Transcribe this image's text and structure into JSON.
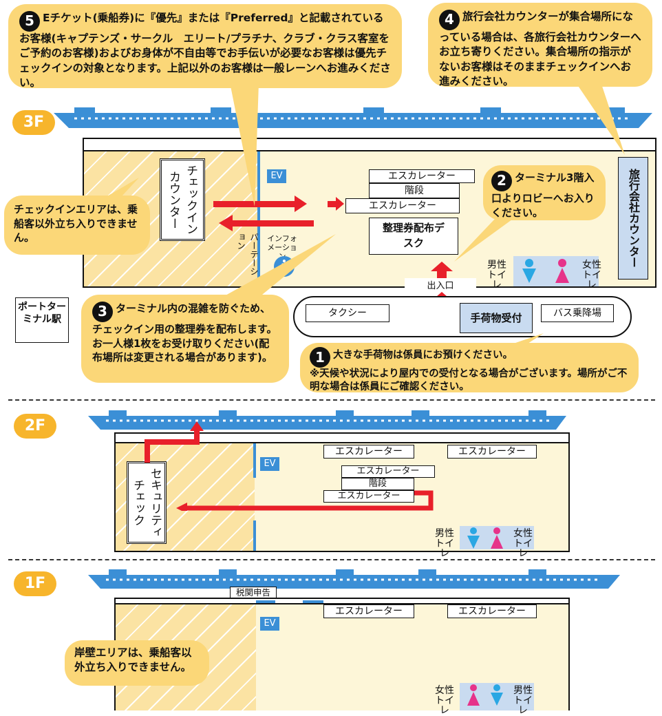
{
  "floors": {
    "f3": "3F",
    "f2": "2F",
    "f1": "1F"
  },
  "callouts": {
    "c5": {
      "num": "5",
      "text": "Eチケット(乗船券)に『優先』または『Preferred』と記載されているお客様(キャプテンズ・サークル　エリート/プラチナ、クラブ・クラス客室をご予約のお客様)およびお身体が不自由等でお手伝いが必要なお客様は優先チェックインの対象となります。上記以外のお客様は一般レーンへお進みください。"
    },
    "c4": {
      "num": "4",
      "text": "旅行会社カウンターが集合場所になっている場合は、各旅行会社カウンターへお立ち寄りください。集合場所の指示がないお客様はそのままチェックインへお進みください。"
    },
    "c2": {
      "num": "2",
      "text": "ターミナル3階入口よりロビーへお入りください。"
    },
    "c3": {
      "num": "3",
      "text": "ターミナル内の混雑を防ぐため、チェックイン用の整理券を配布します。お一人様1枚をお受け取りください(配布場所は変更される場合があります)。"
    },
    "c1": {
      "num": "1",
      "line1": "大きな手荷物は係員にお預けください。",
      "line2": "※天候や状況により屋内での受付となる場合がございます。場所がご不明な場合は係員にご確認ください。"
    },
    "checkin_area": "チェックインエリアは、乗船客以外立ち入りできません。",
    "quay_area": "岸壁エリアは、乗船客以外立ち入りできません。"
  },
  "f3": {
    "checkin_counter": "チェックインカウンター",
    "partition": "パーテーション",
    "info": "インフォメーション",
    "info_icon": "i",
    "ev": "EV",
    "escalator_top": "エスカレーター",
    "stairs": "階段",
    "escalator_bottom": "エスカレーター",
    "ticket_desk": "整理券配布デスク",
    "travel_counter": "旅行会社カウンター",
    "entrance": "出入口",
    "men": "男性トイレ",
    "women": "女性トイレ",
    "taxi": "タクシー",
    "baggage": "手荷物受付",
    "bus": "バス乗降場",
    "station": "ポートターミナル駅"
  },
  "f2": {
    "ev": "EV",
    "esc_a": "エスカレーター",
    "esc_b": "エスカレーター",
    "esc_top": "エスカレーター",
    "stairs": "階段",
    "esc_bottom": "エスカレーター",
    "security": "セキュリティチェック",
    "men": "男性トイレ",
    "women": "女性トイレ"
  },
  "f1": {
    "customs": "税関申告",
    "ev": "EV",
    "esc_a": "エスカレーター",
    "esc_b": "エスカレーター",
    "women": "女性トイレ",
    "men": "男性トイレ"
  },
  "colors": {
    "hatch": "#fbe3a3",
    "floor": "#fdf6d8",
    "bubble": "#fbd778",
    "arrow": "#e8202a",
    "wall": "#3b8fd6",
    "men": "#2aa7e3",
    "women": "#e6338a",
    "pill": "#f7b52c"
  }
}
